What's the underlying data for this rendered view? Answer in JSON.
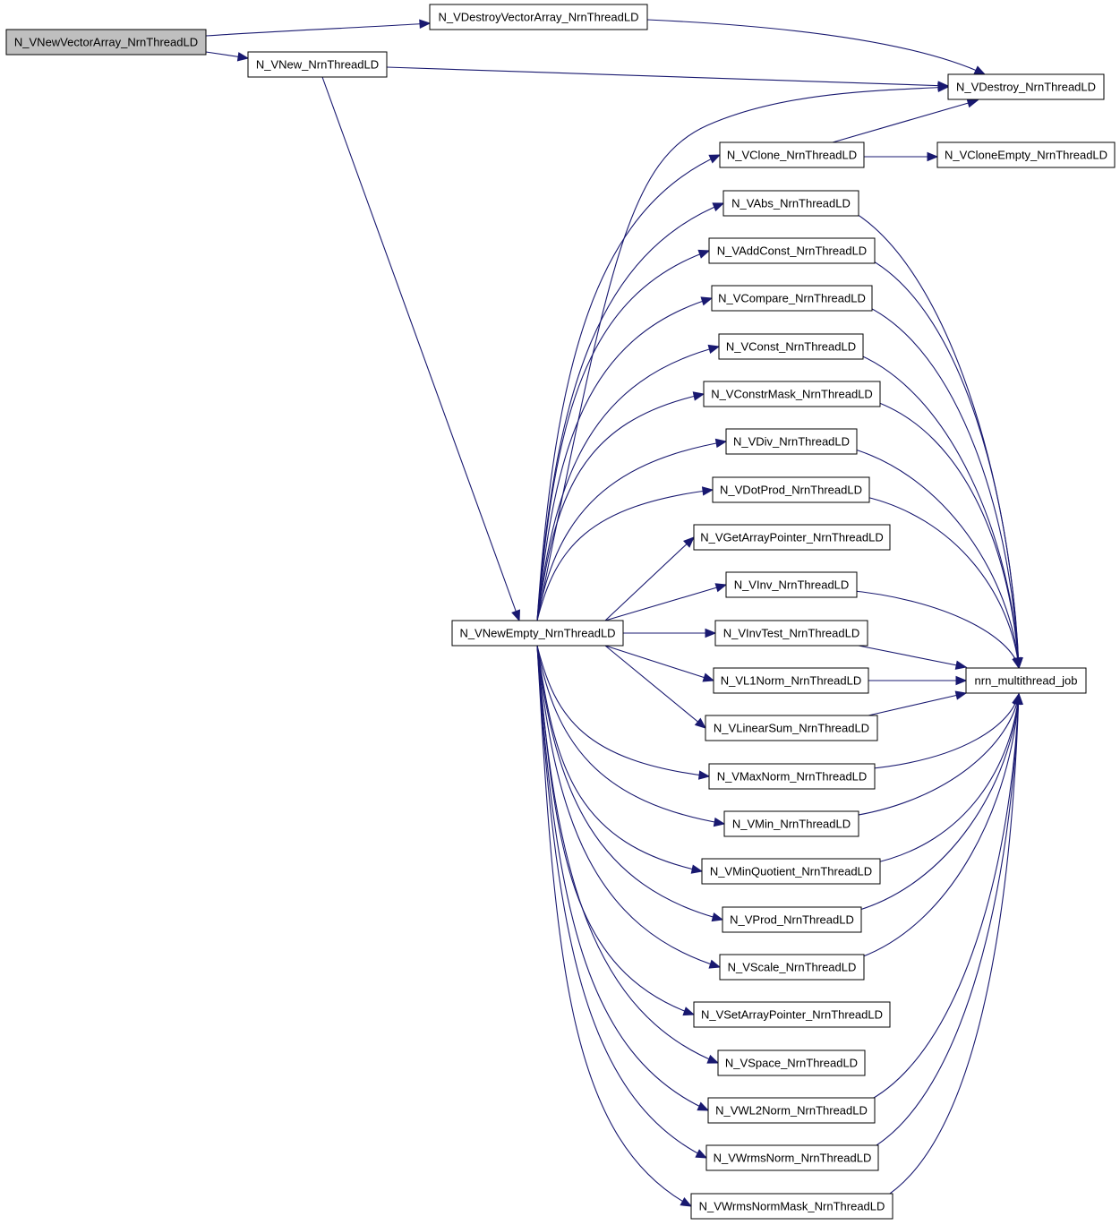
{
  "colors": {
    "edge": "#191970",
    "node_fill": "#ffffff",
    "root_fill": "#bfbfbf",
    "node_border": "#000000"
  },
  "nodes": [
    {
      "id": "newvectorarray",
      "label": "N_VNewVectorArray_NrnThreadLD",
      "root": true
    },
    {
      "id": "destroyvectorarray",
      "label": "N_VDestroyVectorArray_NrnThreadLD"
    },
    {
      "id": "new",
      "label": "N_VNew_NrnThreadLD"
    },
    {
      "id": "destroy",
      "label": "N_VDestroy_NrnThreadLD"
    },
    {
      "id": "clone",
      "label": "N_VClone_NrnThreadLD"
    },
    {
      "id": "cloneempty",
      "label": "N_VCloneEmpty_NrnThreadLD"
    },
    {
      "id": "abs",
      "label": "N_VAbs_NrnThreadLD"
    },
    {
      "id": "addconst",
      "label": "N_VAddConst_NrnThreadLD"
    },
    {
      "id": "compare",
      "label": "N_VCompare_NrnThreadLD"
    },
    {
      "id": "const",
      "label": "N_VConst_NrnThreadLD"
    },
    {
      "id": "constrmask",
      "label": "N_VConstrMask_NrnThreadLD"
    },
    {
      "id": "div",
      "label": "N_VDiv_NrnThreadLD"
    },
    {
      "id": "dotprod",
      "label": "N_VDotProd_NrnThreadLD"
    },
    {
      "id": "getarraypointer",
      "label": "N_VGetArrayPointer_NrnThreadLD"
    },
    {
      "id": "inv",
      "label": "N_VInv_NrnThreadLD"
    },
    {
      "id": "newempty",
      "label": "N_VNewEmpty_NrnThreadLD"
    },
    {
      "id": "invtest",
      "label": "N_VInvTest_NrnThreadLD"
    },
    {
      "id": "l1norm",
      "label": "N_VL1Norm_NrnThreadLD"
    },
    {
      "id": "multithread",
      "label": "nrn_multithread_job"
    },
    {
      "id": "linearsum",
      "label": "N_VLinearSum_NrnThreadLD"
    },
    {
      "id": "maxnorm",
      "label": "N_VMaxNorm_NrnThreadLD"
    },
    {
      "id": "min",
      "label": "N_VMin_NrnThreadLD"
    },
    {
      "id": "minquotient",
      "label": "N_VMinQuotient_NrnThreadLD"
    },
    {
      "id": "prod",
      "label": "N_VProd_NrnThreadLD"
    },
    {
      "id": "scale",
      "label": "N_VScale_NrnThreadLD"
    },
    {
      "id": "setarraypointer",
      "label": "N_VSetArrayPointer_NrnThreadLD"
    },
    {
      "id": "space",
      "label": "N_VSpace_NrnThreadLD"
    },
    {
      "id": "wl2norm",
      "label": "N_VWL2Norm_NrnThreadLD"
    },
    {
      "id": "wrmsnorm",
      "label": "N_VWrmsNorm_NrnThreadLD"
    },
    {
      "id": "wrmsnormmask",
      "label": "N_VWrmsNormMask_NrnThreadLD"
    }
  ],
  "edges": [
    [
      "newvectorarray",
      "destroyvectorarray"
    ],
    [
      "newvectorarray",
      "new"
    ],
    [
      "destroyvectorarray",
      "destroy"
    ],
    [
      "new",
      "destroy"
    ],
    [
      "new",
      "newempty"
    ],
    [
      "clone",
      "destroy"
    ],
    [
      "clone",
      "cloneempty"
    ],
    [
      "newempty",
      "destroy"
    ],
    [
      "newempty",
      "clone"
    ],
    [
      "newempty",
      "abs"
    ],
    [
      "newempty",
      "addconst"
    ],
    [
      "newempty",
      "compare"
    ],
    [
      "newempty",
      "const"
    ],
    [
      "newempty",
      "constrmask"
    ],
    [
      "newempty",
      "div"
    ],
    [
      "newempty",
      "dotprod"
    ],
    [
      "newempty",
      "getarraypointer"
    ],
    [
      "newempty",
      "inv"
    ],
    [
      "newempty",
      "invtest"
    ],
    [
      "newempty",
      "l1norm"
    ],
    [
      "newempty",
      "linearsum"
    ],
    [
      "newempty",
      "maxnorm"
    ],
    [
      "newempty",
      "min"
    ],
    [
      "newempty",
      "minquotient"
    ],
    [
      "newempty",
      "prod"
    ],
    [
      "newempty",
      "scale"
    ],
    [
      "newempty",
      "setarraypointer"
    ],
    [
      "newempty",
      "space"
    ],
    [
      "newempty",
      "wl2norm"
    ],
    [
      "newempty",
      "wrmsnorm"
    ],
    [
      "newempty",
      "wrmsnormmask"
    ],
    [
      "abs",
      "multithread"
    ],
    [
      "addconst",
      "multithread"
    ],
    [
      "compare",
      "multithread"
    ],
    [
      "const",
      "multithread"
    ],
    [
      "constrmask",
      "multithread"
    ],
    [
      "div",
      "multithread"
    ],
    [
      "dotprod",
      "multithread"
    ],
    [
      "inv",
      "multithread"
    ],
    [
      "invtest",
      "multithread"
    ],
    [
      "l1norm",
      "multithread"
    ],
    [
      "linearsum",
      "multithread"
    ],
    [
      "maxnorm",
      "multithread"
    ],
    [
      "min",
      "multithread"
    ],
    [
      "minquotient",
      "multithread"
    ],
    [
      "prod",
      "multithread"
    ],
    [
      "scale",
      "multithread"
    ],
    [
      "wl2norm",
      "multithread"
    ],
    [
      "wrmsnorm",
      "multithread"
    ],
    [
      "wrmsnormmask",
      "multithread"
    ]
  ]
}
